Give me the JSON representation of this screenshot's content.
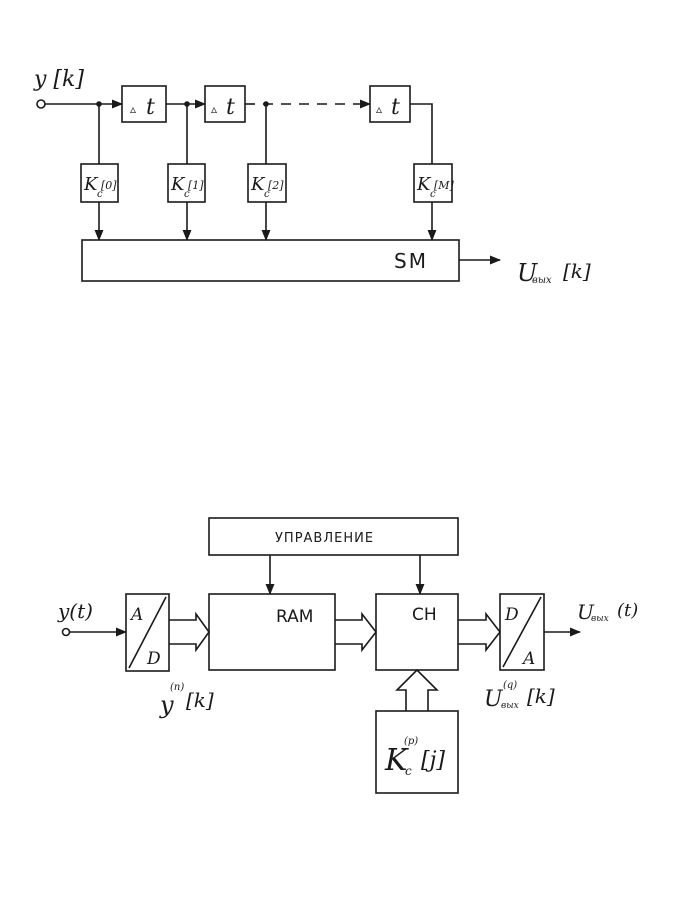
{
  "diagram1": {
    "input_label": "y [k]",
    "delay_label": "t",
    "coeffs": [
      {
        "base": "K",
        "sub": "c",
        "idx": "[0]"
      },
      {
        "base": "K",
        "sub": "c",
        "idx": "[1]"
      },
      {
        "base": "K",
        "sub": "c",
        "idx": "[2]"
      },
      {
        "base": "K",
        "sub": "c",
        "idx": "[M]"
      }
    ],
    "summer_label": "SM",
    "output_label": {
      "base": "U",
      "sub": "вых",
      "idx": "[k]"
    }
  },
  "diagram2": {
    "control_label": "УПРАВЛЕНИЕ",
    "input_label": "y(t)",
    "adc": {
      "top": "A",
      "bottom": "D"
    },
    "adc_output": {
      "base": "y",
      "sup": "(n)",
      "idx": "[k]"
    },
    "ram_label": "RAM",
    "ch_label": "CH",
    "dac": {
      "top": "D",
      "bottom": "A"
    },
    "dac_input_label": {
      "base": "U",
      "sup": "(q)",
      "sub": "вых",
      "idx": "[k]"
    },
    "output_label": {
      "base": "U",
      "sub": "вых",
      "idx": "(t)"
    },
    "coeff_block": {
      "base": "K",
      "sup": "(p)",
      "sub": "c",
      "idx": "[j]"
    }
  }
}
